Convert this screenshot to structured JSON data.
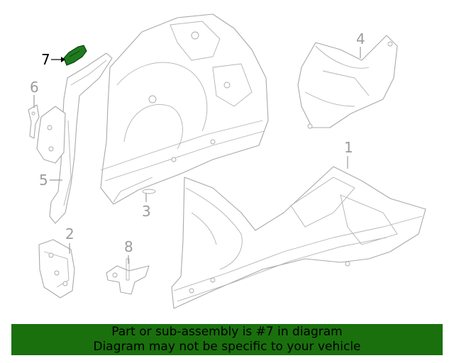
{
  "diagram": {
    "callouts": [
      "1",
      "2",
      "3",
      "4",
      "5",
      "6",
      "7",
      "8"
    ],
    "selected_callout": "7"
  },
  "colors": {
    "highlight": "#1f7a1f",
    "banner_bg": "#1a700d",
    "line": "#a9a9a9"
  },
  "banner": {
    "line1": "Part or sub-assembly is #7 in diagram",
    "line2": "Diagram may not be specific to your vehicle"
  }
}
